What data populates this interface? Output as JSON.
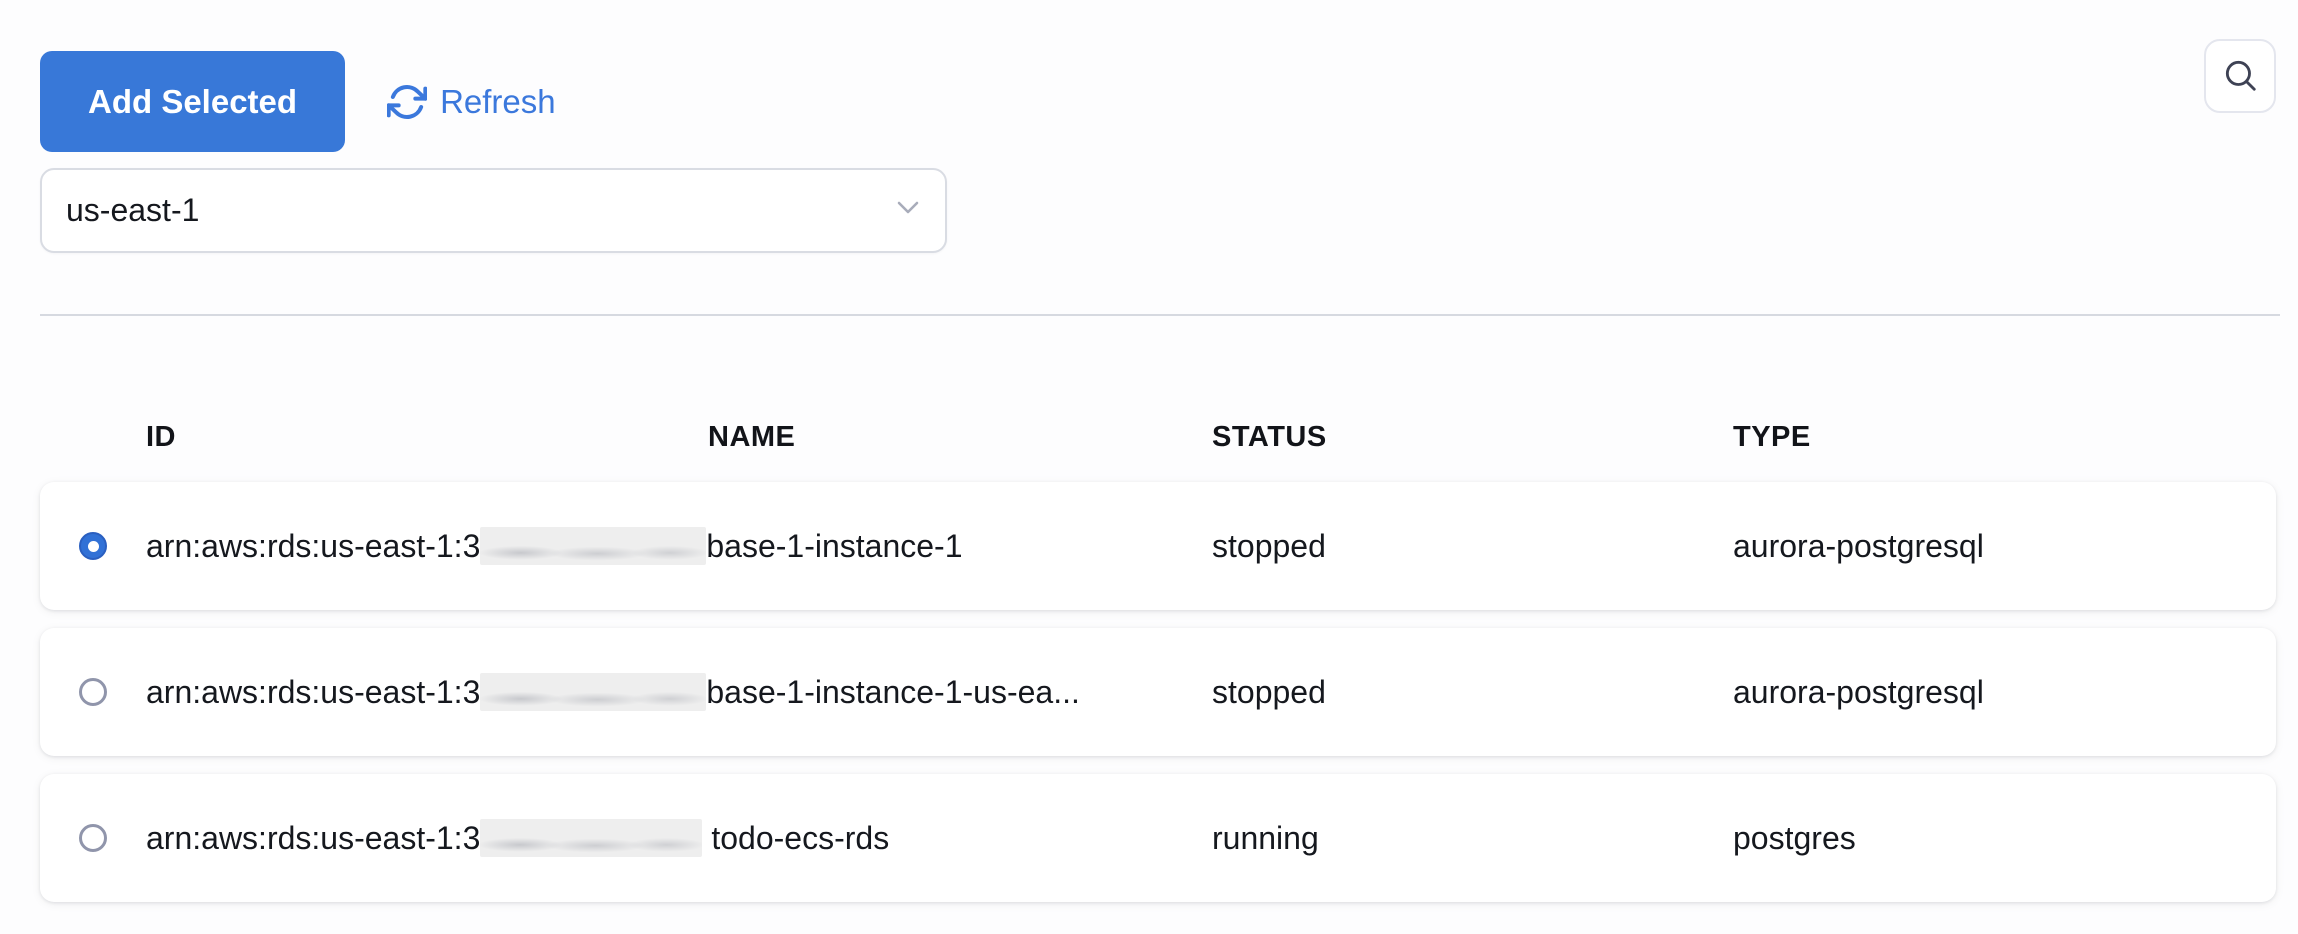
{
  "toolbar": {
    "add_selected_label": "Add Selected",
    "refresh_label": "Refresh",
    "icons": {
      "refresh": "refresh-icon",
      "search": "search-icon"
    }
  },
  "region_select": {
    "value": "us-east-1",
    "chevron_icon": "chevron-down-icon"
  },
  "table": {
    "columns": [
      "ID",
      "NAME",
      "STATUS",
      "TYPE"
    ],
    "rows": [
      {
        "selected": true,
        "id_prefix": "arn:aws:rds:us-east-1:3",
        "id_redacted": true,
        "id_suffix": "base-1-instance-1",
        "status": "stopped",
        "type": "aurora-postgresql"
      },
      {
        "selected": false,
        "id_prefix": "arn:aws:rds:us-east-1:3",
        "id_redacted": true,
        "id_suffix": "base-1-instance-1-us-ea...",
        "status": "stopped",
        "type": "aurora-postgresql"
      },
      {
        "selected": false,
        "id_prefix": "arn:aws:rds:us-east-1:3",
        "id_redacted": true,
        "id_suffix": "todo-ecs-rds",
        "status": "running",
        "type": "postgres"
      }
    ]
  },
  "colors": {
    "accent_blue": "#3878d8",
    "refresh_blue": "#3b78dc",
    "radio_blue": "#3171d6",
    "divider": "#d6d9e0",
    "text_primary": "#15181e",
    "redaction_bg": "#eeeeee"
  }
}
